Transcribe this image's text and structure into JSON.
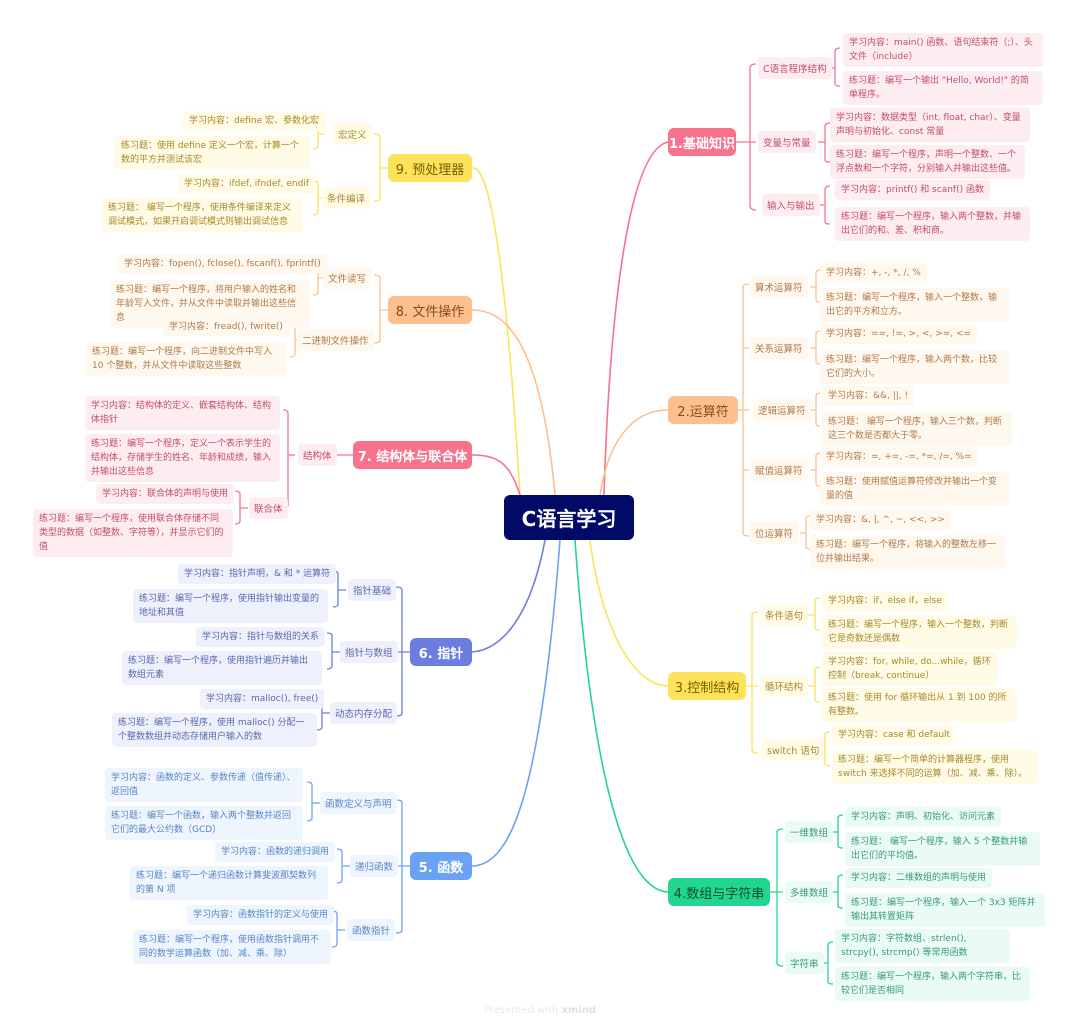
{
  "center": {
    "label": "C语言学习",
    "color": "#010a66"
  },
  "branches": {
    "b1": {
      "label": "1.基础知识",
      "color": "#f7738c",
      "subs": [
        {
          "label": "C语言程序结构",
          "leaves": [
            "学习内容：main() 函数、语句结束符（;）、头文件（include）",
            "练习题：编写一个输出 \"Hello, World!\" 的简单程序。"
          ]
        },
        {
          "label": "变量与常量",
          "leaves": [
            "学习内容：数据类型（int, float, char）、变量声明与初始化、const 常量",
            " 练习题：编写一个程序，声明一个整数、一个浮点数和一个字符，分别输入并输出这些值。"
          ]
        },
        {
          "label": "输入与输出",
          "leaves": [
            "学习内容：printf() 和 scanf() 函数",
            "练习题：编写一个程序，输入两个整数，并输出它们的和、差、积和商。"
          ]
        }
      ]
    },
    "b2": {
      "label": "2.运算符",
      "color": "#fdbf8c",
      "subs": [
        {
          "label": "算术运算符",
          "leaves": [
            "学习内容：+, -, *, /, %",
            "练习题：编写一个程序，输入一个整数，输出它的平方和立方。"
          ]
        },
        {
          "label": "关系运算符",
          "leaves": [
            "学习内容：==, !=, >, <, >=, <=",
            "练习题：编写一个程序，输入两个数，比较它们的大小。"
          ]
        },
        {
          "label": "逻辑运算符",
          "leaves": [
            "学习内容：&&, ||, !",
            "练习题： 编写一个程序，输入三个数，判断这三个数是否都大于零。"
          ]
        },
        {
          "label": "赋值运算符",
          "leaves": [
            "学习内容：=, +=, -=, *=, /=, %=",
            " 练习题：使用赋值运算符修改并输出一个变量的值"
          ]
        },
        {
          "label": "位运算符",
          "leaves": [
            "学习内容：&, |, ^, ~, <<, >>",
            "练习题：编写一个程序，将输入的整数左移一位并输出结果。"
          ]
        }
      ]
    },
    "b3": {
      "label": "3.控制结构",
      "color": "#fde25c",
      "subs": [
        {
          "label": "条件语句",
          "leaves": [
            "学习内容：if，else if，else",
            "练习题：编写一个程序，输入一个整数，判断它是奇数还是偶数"
          ]
        },
        {
          "label": "循环结构",
          "leaves": [
            "学习内容：for, while, do...while，循环控制（break, continue）",
            "练习题：使用 for 循环输出从 1 到 100 的所有整数。"
          ]
        },
        {
          "label": "switch 语句",
          "leaves": [
            "学习内容：case 和 default",
            "练习题：编写一个简单的计算器程序，使用 switch 来选择不同的运算（加、减、乘、除）。"
          ]
        }
      ]
    },
    "b4": {
      "label": "4.数组与字符串",
      "color": "#22d68f",
      "subs": [
        {
          "label": "一维数组",
          "leaves": [
            "学习内容：声明、初始化、访问元素",
            " 练习题： 编写一个程序，输入 5 个整数并输出它们的平均值。"
          ]
        },
        {
          "label": "多维数组",
          "leaves": [
            "学习内容：二维数组的声明与使用",
            "练习题：编写一个程序，输入一个 3x3 矩阵并输出其转置矩阵"
          ]
        },
        {
          "label": "字符串",
          "leaves": [
            "学习内容：字符数组、strlen(), strcpy(), strcmp() 等常用函数",
            "练习题：编写一个程序，输入两个字符串，比较它们是否相同"
          ]
        }
      ]
    },
    "b5": {
      "label": "5. 函数",
      "color": "#6aa3f5",
      "subs": [
        {
          "label": "函数定义与声明",
          "leaves": [
            "学习内容：函数的定义、参数传递（值传递）、返回值",
            "练习题：编写一个函数，输入两个整数并返回它们的最大公约数（GCD）"
          ]
        },
        {
          "label": "递归函数",
          "leaves": [
            "学习内容：函数的递归调用",
            " 练习题：编写一个递归函数计算斐波那契数列的第 N 项"
          ]
        },
        {
          "label": "函数指针",
          "leaves": [
            "学习内容：函数指针的定义与使用",
            "练习题：编写一个程序，使用函数指针调用不同的数学运算函数（加、减、乘、除）"
          ]
        }
      ]
    },
    "b6": {
      "label": "6. 指针",
      "color": "#6b7ee0",
      "subs": [
        {
          "label": "指针基础",
          "leaves": [
            "学习内容：指针声明，& 和 * 运算符",
            "练习题：编写一个程序，使用指针输出变量的地址和其值"
          ]
        },
        {
          "label": "指针与数组",
          "leaves": [
            "学习内容：指针与数组的关系",
            "练习题：编写一个程序，使用指针遍历并输出数组元素"
          ]
        },
        {
          "label": "动态内存分配",
          "leaves": [
            "学习内容：malloc(), free()",
            "练习题：编写一个程序，使用 malloc() 分配一个整数数组并动态存储用户输入的数"
          ]
        }
      ]
    },
    "b7": {
      "label": "7. 结构体与联合体",
      "color": "#f7738c",
      "subs": [
        {
          "label": "结构体",
          "leaves": [
            "学习内容：结构体的定义、嵌套结构体、结构体指针",
            "练习题：编写一个程序，定义一个表示学生的结构体，存储学生的姓名、年龄和成绩，输入并输出这些信息"
          ]
        },
        {
          "label": "联合体",
          "leaves": [
            "学习内容：联合体的声明与使用",
            "练习题：编写一个程序，使用联合体存储不同类型的数据（如整数、字符等），并显示它们的值"
          ]
        }
      ]
    },
    "b8": {
      "label": "8. 文件操作",
      "color": "#fdbf8c",
      "subs": [
        {
          "label": "文件读写",
          "leaves": [
            "学习内容：fopen(), fclose(), fscanf(), fprintf()",
            "练习题：编写一个程序，将用户输入的姓名和年龄写入文件，并从文件中读取并输出这些信息"
          ]
        },
        {
          "label": "二进制文件操作",
          "leaves": [
            "学习内容：fread(), fwrite()",
            "练习题：编写一个程序，向二进制文件中写入 10 个整数，并从文件中读取这些整数"
          ]
        }
      ]
    },
    "b9": {
      "label": "9. 预处理器",
      "color": "#fde25c",
      "subs": [
        {
          "label": "宏定义",
          "leaves": [
            "学习内容：define 宏、参数化宏",
            "练习题：使用 define 定义一个宏，计算一个数的平方并测试该宏"
          ]
        },
        {
          "label": "条件编译",
          "leaves": [
            "学习内容：ifdef, ifndef, endif",
            "练习题： 编写一个程序，使用条件编译来定义调试模式，如果开启调试模式则输出调试信息"
          ]
        }
      ]
    }
  },
  "footer": {
    "prefix": "Presented with",
    "brand": "xmind"
  }
}
